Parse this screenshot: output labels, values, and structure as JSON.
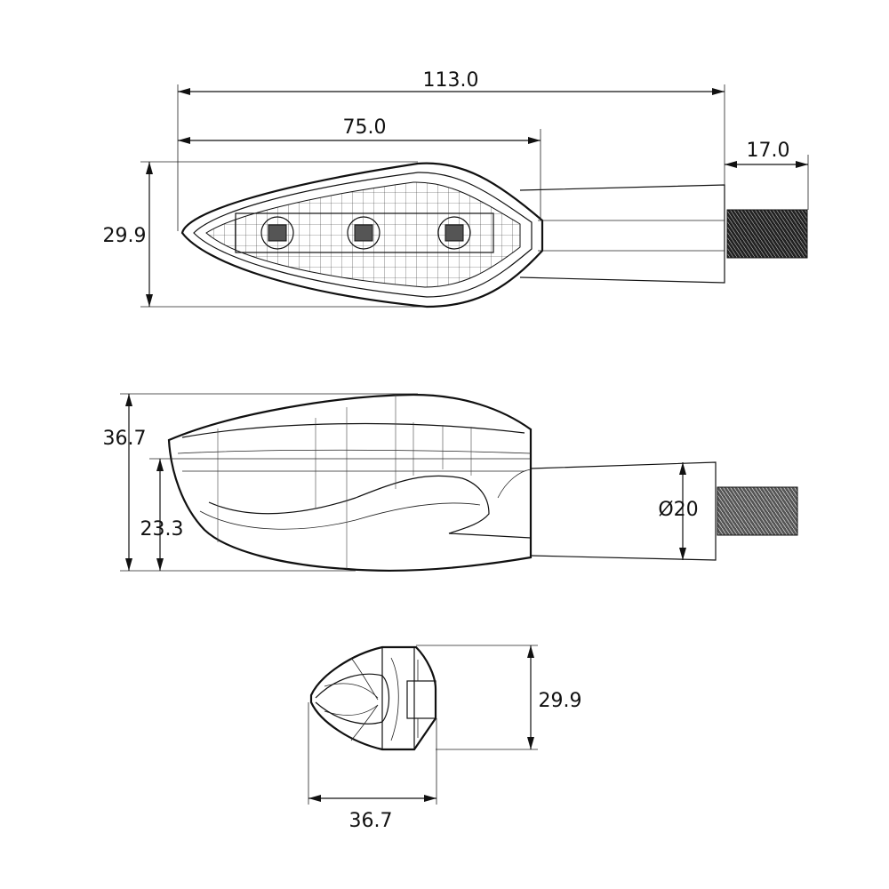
{
  "dimensions": {
    "top_view": {
      "overall_length": "113.0",
      "housing_length": "75.0",
      "thread_length": "17.0",
      "width": "29.9"
    },
    "side_view": {
      "height": "36.7",
      "mount_height": "23.3",
      "stem_diameter": "Ø20"
    },
    "front_view": {
      "height": "29.9",
      "width": "36.7"
    }
  }
}
